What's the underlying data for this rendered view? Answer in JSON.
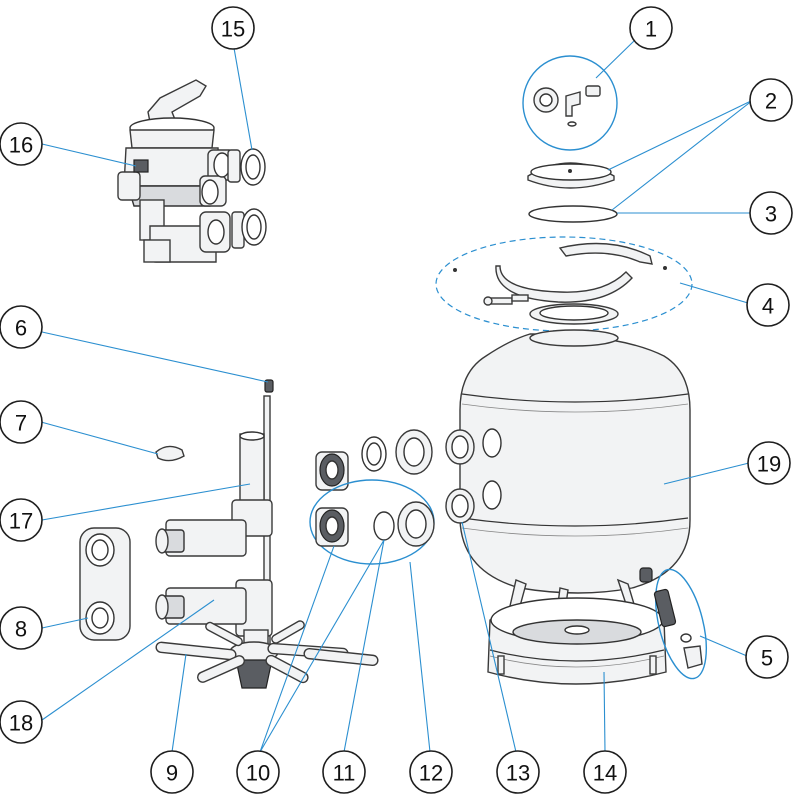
{
  "callouts": [
    {
      "id": "callout-1",
      "label": "1"
    },
    {
      "id": "callout-2",
      "label": "2"
    },
    {
      "id": "callout-3",
      "label": "3"
    },
    {
      "id": "callout-4",
      "label": "4"
    },
    {
      "id": "callout-5",
      "label": "5"
    },
    {
      "id": "callout-6",
      "label": "6"
    },
    {
      "id": "callout-7",
      "label": "7"
    },
    {
      "id": "callout-8",
      "label": "8"
    },
    {
      "id": "callout-9",
      "label": "9"
    },
    {
      "id": "callout-10",
      "label": "10"
    },
    {
      "id": "callout-11",
      "label": "11"
    },
    {
      "id": "callout-12",
      "label": "12"
    },
    {
      "id": "callout-13",
      "label": "13"
    },
    {
      "id": "callout-14",
      "label": "14"
    },
    {
      "id": "callout-15",
      "label": "15"
    },
    {
      "id": "callout-16",
      "label": "16"
    },
    {
      "id": "callout-17",
      "label": "17"
    },
    {
      "id": "callout-18",
      "label": "18"
    },
    {
      "id": "callout-19",
      "label": "19"
    }
  ],
  "colors": {
    "leader": "#2b8fd0",
    "outline": "#333333",
    "fill": "#f2f3f4"
  }
}
